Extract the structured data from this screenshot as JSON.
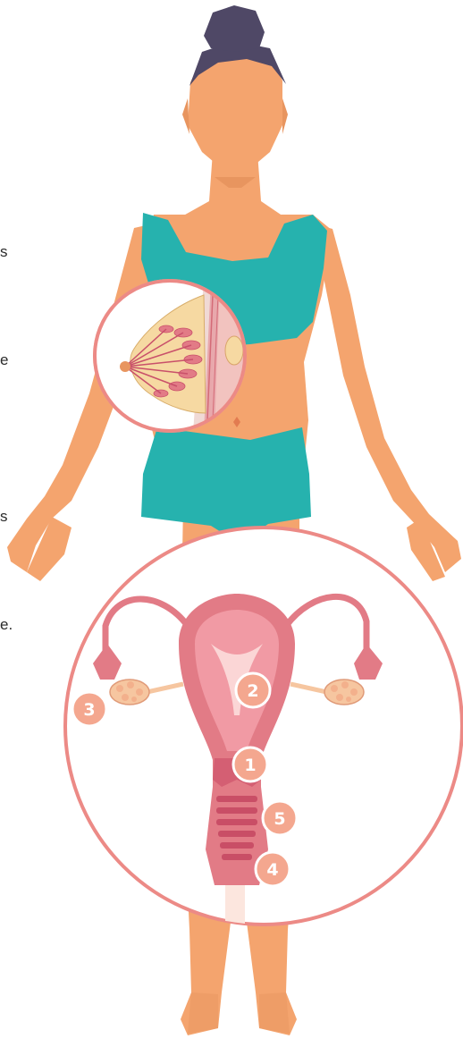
{
  "text_fragments": [
    "s",
    "e",
    "s",
    "e."
  ],
  "markers": [
    {
      "label": "1",
      "name": "marker-1"
    },
    {
      "label": "2",
      "name": "marker-2"
    },
    {
      "label": "3",
      "name": "marker-3"
    },
    {
      "label": "4",
      "name": "marker-4"
    },
    {
      "label": "5",
      "name": "marker-5"
    }
  ],
  "colors": {
    "skin": "#f4a46e",
    "hair": "#4f4866",
    "swimsuit": "#26b2ae",
    "circle_border": "#ec8a86",
    "uterus": "#e27b86",
    "tissue": "#f6d9a2",
    "marker": "#f4a78f"
  },
  "icons": [
    "breast-tissue-icon",
    "uterus-icon",
    "ovary-icon",
    "fallopian-tube-icon"
  ]
}
